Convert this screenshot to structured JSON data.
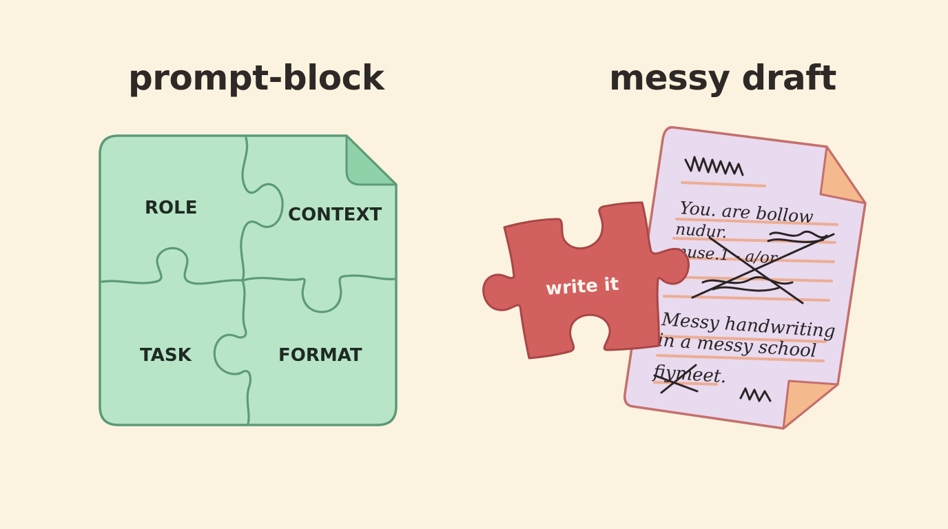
{
  "left": {
    "title": "prompt-block",
    "pieces": {
      "role": "ROLE",
      "context": "CONTEXT",
      "task": "TASK",
      "format": "FORMAT"
    }
  },
  "right": {
    "title": "messy draft",
    "loose_piece_label": "write it",
    "draft_lines": {
      "line1": "You. are bollow",
      "line2": "nudur.",
      "line3": "muse.1 - a/or",
      "line4": "Messy handwriting",
      "line5": "in a messy school",
      "line6": "fiymeet."
    }
  },
  "colors": {
    "background": "#fbf3df",
    "block_fill": "#b8e5c8",
    "block_stroke": "#5c9a78",
    "paper_fill": "#e8daef",
    "paper_stroke": "#c56f6c",
    "corner_fill": "#f5b98e",
    "loose_piece": "#d2605f",
    "rule_lines": "#eea98a"
  },
  "icons": [
    "puzzle-block",
    "puzzle-piece",
    "paper-page"
  ]
}
